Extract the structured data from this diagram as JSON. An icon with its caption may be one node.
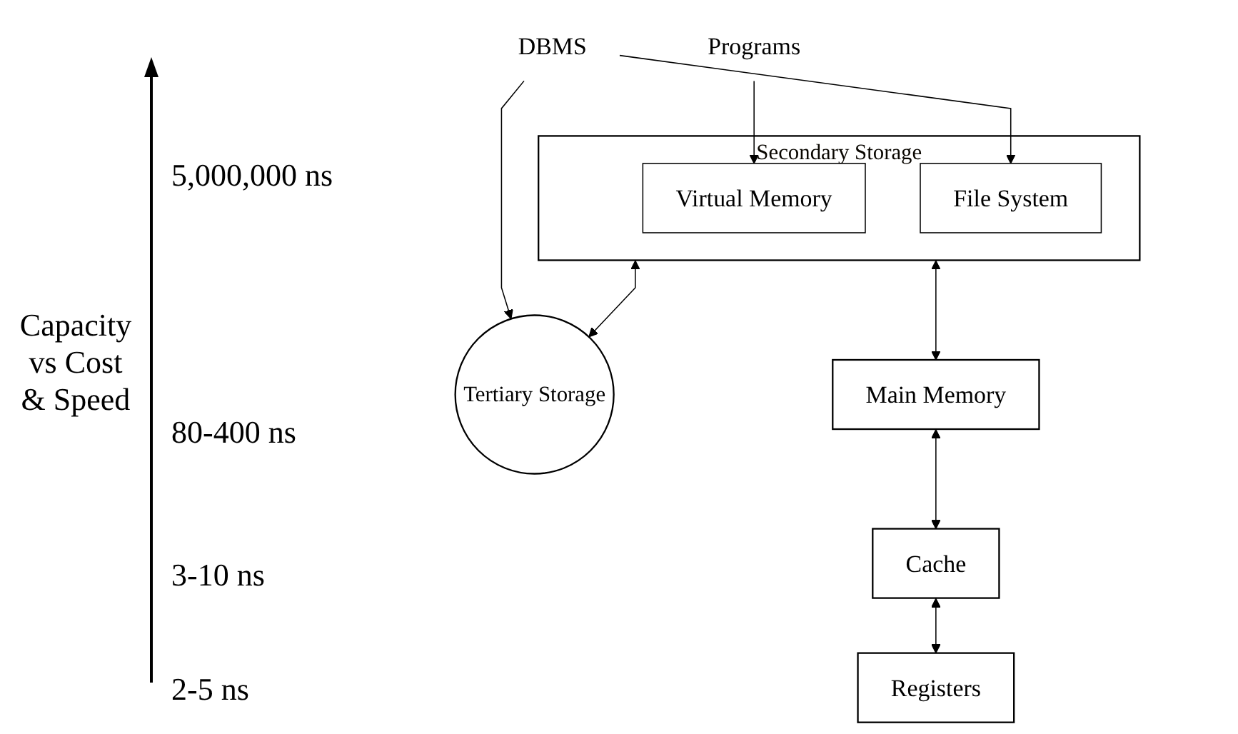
{
  "diagram": {
    "nodes": [
      {
        "text": [
          "DBMS"
        ]
      },
      {
        "text": [
          "Programs"
        ]
      },
      {
        "text": [
          "Tertiary Storage"
        ]
      },
      {
        "text": [
          "Secondary Storage"
        ]
      },
      {
        "text": [
          "Virtual Memory"
        ],
        "in": 3
      },
      {
        "text": [
          "File System"
        ],
        "in": 3
      },
      {
        "text": [
          "Main Memory"
        ]
      },
      {
        "text": [
          "Cache"
        ]
      },
      {
        "text": [
          "Registers"
        ]
      }
    ],
    "edges": [
      {
        "from": 1,
        "to": 4,
        "arrow": "to"
      },
      {
        "from": 0,
        "to": 5,
        "arrow": "to"
      },
      {
        "from": 0,
        "to": 2,
        "arrow": "to"
      },
      {
        "from": 3,
        "to": 2,
        "arrow": "both"
      },
      {
        "from": 3,
        "to": 6,
        "arrow": "both"
      },
      {
        "from": 6,
        "to": 7,
        "arrow": "both"
      },
      {
        "from": 7,
        "to": 8,
        "arrow": "both"
      }
    ],
    "labels": [
      "Capacity vs Cost & Speed",
      "5,000,000 ns",
      "80-400 ns",
      "3-10 ns",
      "2-5 ns"
    ]
  }
}
